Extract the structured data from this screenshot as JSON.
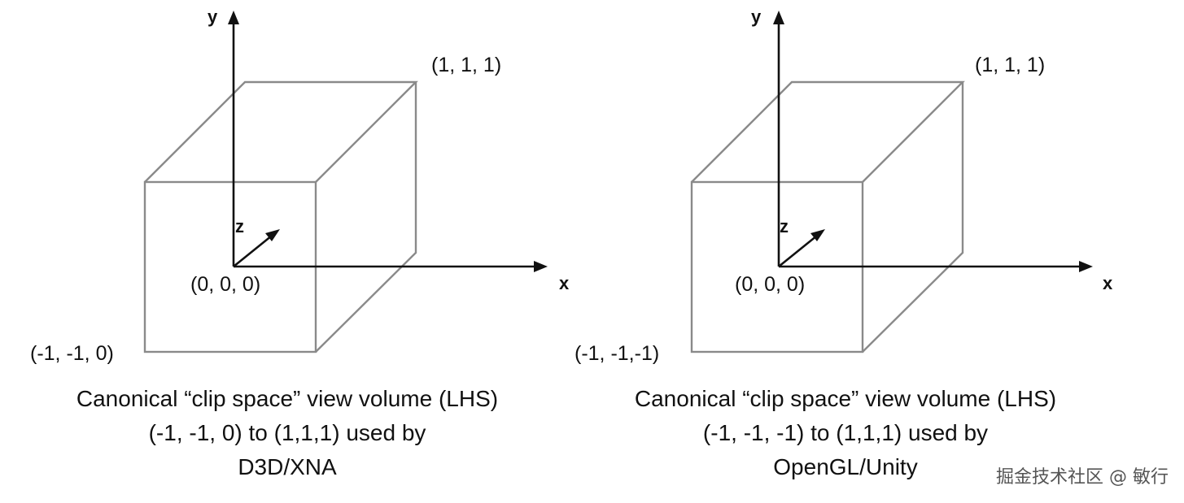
{
  "diagrams": [
    {
      "axis_labels": {
        "x": "x",
        "y": "y",
        "z": "z"
      },
      "corner_labels": {
        "top_far": "(1, 1, 1)",
        "origin": "(0, 0, 0)",
        "bottom_near": "(-1, -1, 0)"
      },
      "caption": [
        "Canonical “clip space” view volume (LHS)",
        "(-1, -1, 0) to (1,1,1) used by",
        "D3D/XNA"
      ]
    },
    {
      "axis_labels": {
        "x": "x",
        "y": "y",
        "z": "z"
      },
      "corner_labels": {
        "top_far": "(1, 1, 1)",
        "origin": "(0, 0, 0)",
        "bottom_near": "(-1, -1,-1)"
      },
      "caption": [
        "Canonical “clip space” view volume (LHS)",
        "(-1, -1, -1) to (1,1,1) used by",
        "OpenGL/Unity"
      ]
    }
  ],
  "watermark": "掘金技术社区 @ 敏行"
}
